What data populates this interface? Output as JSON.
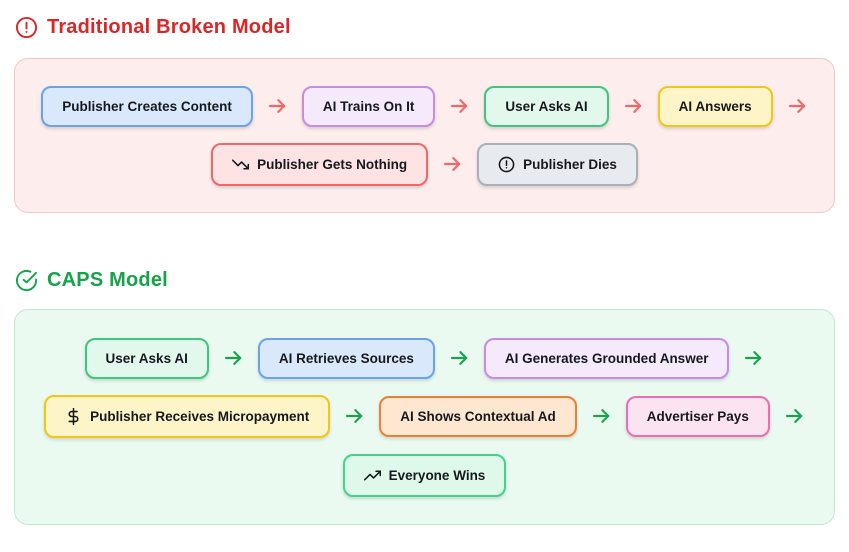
{
  "sections": [
    {
      "title": "Traditional Broken Model",
      "icon": "alert-circle-icon",
      "accent_color": "#dc2626",
      "panel_bg": "#fdeded",
      "panel_border": "#f6c5c5",
      "arrow_color": "#ee6a6a",
      "rows": [
        {
          "boxes": [
            {
              "label": "Publisher Creates Content",
              "variant": "blue"
            },
            {
              "label": "AI Trains On It",
              "variant": "purple"
            },
            {
              "label": "User Asks AI",
              "variant": "green"
            },
            {
              "label": "AI Answers",
              "variant": "yellow"
            }
          ],
          "trailing_arrow": true
        },
        {
          "boxes": [
            {
              "label": "Publisher Gets Nothing",
              "variant": "red",
              "icon": "trending-down-icon"
            },
            {
              "label": "Publisher Dies",
              "variant": "gray",
              "icon": "alert-circle-icon"
            }
          ],
          "trailing_arrow": false
        }
      ]
    },
    {
      "title": "CAPS Model",
      "icon": "check-circle-icon",
      "accent_color": "#16a34a",
      "panel_bg": "#eafaf1",
      "panel_border": "#bfe9cf",
      "arrow_color": "#18a44c",
      "rows": [
        {
          "boxes": [
            {
              "label": "User Asks AI",
              "variant": "green"
            },
            {
              "label": "AI Retrieves Sources",
              "variant": "blue"
            },
            {
              "label": "AI Generates Grounded Answer",
              "variant": "purple"
            }
          ],
          "trailing_arrow": true
        },
        {
          "boxes": [
            {
              "label": "Publisher Receives Micropayment",
              "variant": "yellow",
              "icon": "dollar-sign-icon"
            },
            {
              "label": "AI Shows Contextual Ad",
              "variant": "orange"
            },
            {
              "label": "Advertiser Pays",
              "variant": "pink"
            }
          ],
          "trailing_arrow": true
        },
        {
          "boxes": [
            {
              "label": "Everyone Wins",
              "variant": "mint",
              "icon": "trending-up-icon"
            }
          ],
          "trailing_arrow": false
        }
      ]
    }
  ],
  "box_palette": {
    "blue": {
      "bg": "#d9e9fb",
      "border": "#69a4e9"
    },
    "purple": {
      "bg": "#f5e9fc",
      "border": "#c88ae9"
    },
    "green": {
      "bg": "#e2f8ec",
      "border": "#3ec77f"
    },
    "yellow": {
      "bg": "#fdf5c8",
      "border": "#f3c517"
    },
    "red": {
      "bg": "#fde3e3",
      "border": "#ec6a6a"
    },
    "gray": {
      "bg": "#e7eaee",
      "border": "#a9b0ba"
    },
    "orange": {
      "bg": "#fde7d0",
      "border": "#ea8038"
    },
    "pink": {
      "bg": "#fce3f1",
      "border": "#ee6cb3"
    },
    "mint": {
      "bg": "#def8ea",
      "border": "#3fd48d"
    }
  }
}
